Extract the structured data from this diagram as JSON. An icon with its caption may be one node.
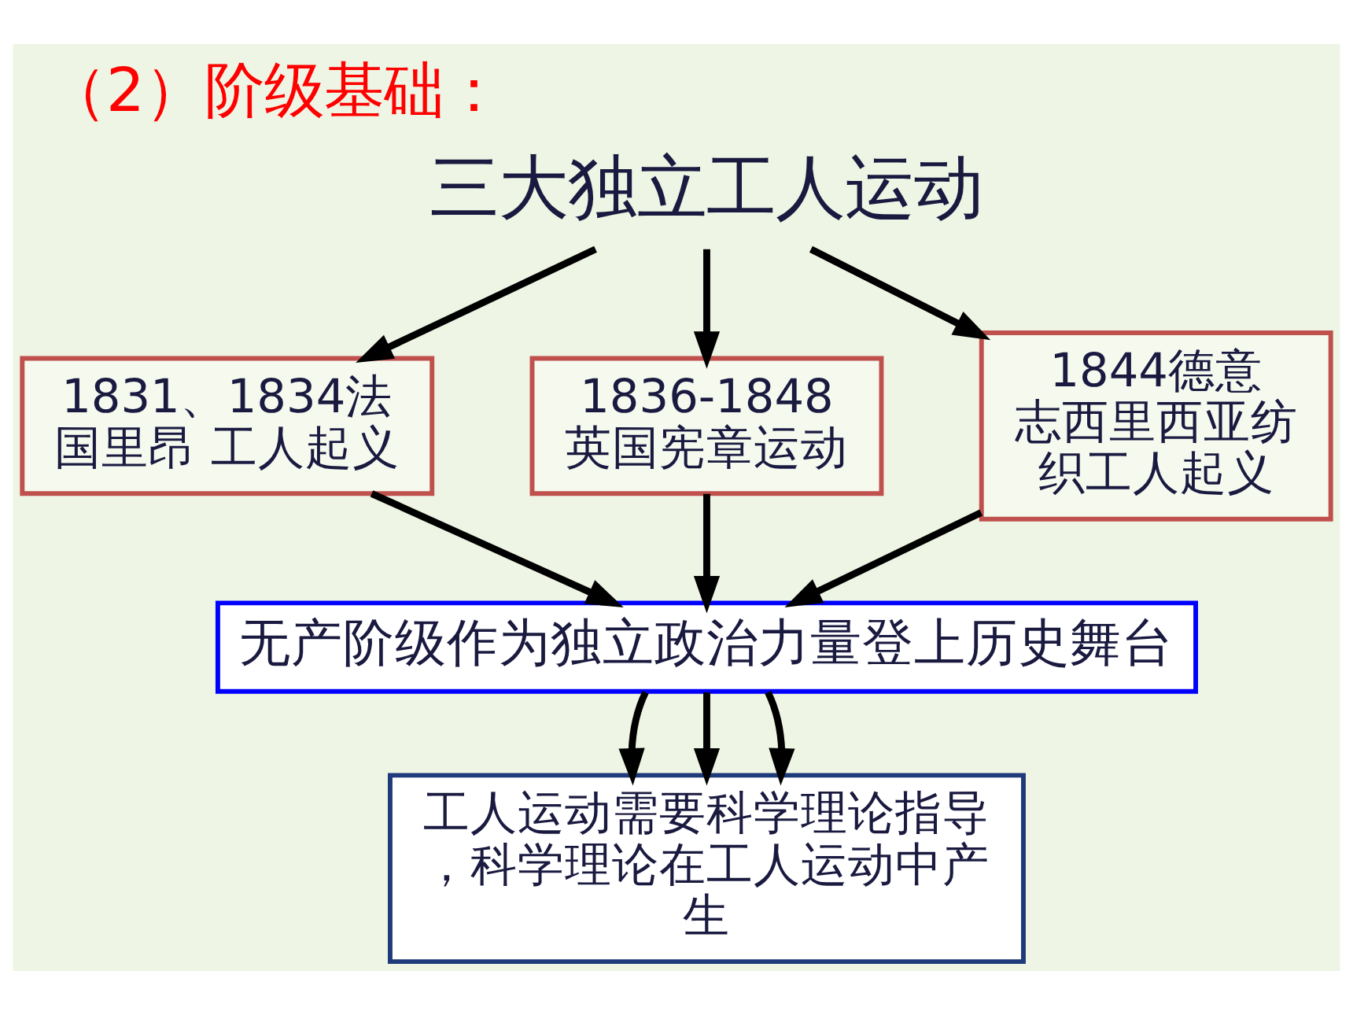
{
  "diagram": {
    "title": "（2）阶级基础：",
    "nodes": [
      {
        "text": [
          "三大独立工人运动"
        ]
      },
      {
        "text": [
          "1831、1834法国里昂 工人起义"
        ]
      },
      {
        "text": [
          "1836-1848英国宪章运动"
        ]
      },
      {
        "text": [
          "1844德意志西里西亚纺织工人起义"
        ]
      },
      {
        "text": [
          "无产阶级作为独立政治力量登上历史舞台"
        ]
      },
      {
        "text": [
          "工人运动需要科学理论指导，科学理论在工人运动中产生"
        ]
      }
    ],
    "edges": [
      {
        "from": 0,
        "to": 1,
        "arrow": "to"
      },
      {
        "from": 0,
        "to": 2,
        "arrow": "to"
      },
      {
        "from": 0,
        "to": 3,
        "arrow": "to"
      },
      {
        "from": 1,
        "to": 4,
        "arrow": "to"
      },
      {
        "from": 2,
        "to": 4,
        "arrow": "to"
      },
      {
        "from": 3,
        "to": 4,
        "arrow": "to"
      },
      {
        "from": 4,
        "to": 5,
        "arrow": "to"
      },
      {
        "from": 4,
        "to": 5,
        "arrow": "to"
      },
      {
        "from": 4,
        "to": 5,
        "arrow": "to"
      }
    ]
  }
}
